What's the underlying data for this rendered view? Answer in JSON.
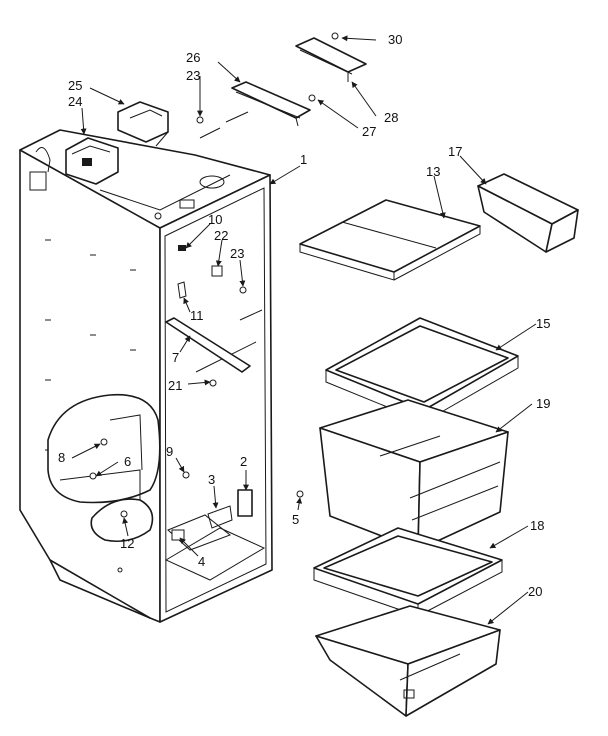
{
  "callouts": {
    "c1": "1",
    "c2": "2",
    "c3": "3",
    "c4": "4",
    "c5": "5",
    "c6": "6",
    "c7": "7",
    "c8": "8",
    "c9": "9",
    "c10": "10",
    "c11": "11",
    "c12": "12",
    "c13": "13",
    "c15": "15",
    "c17": "17",
    "c18": "18",
    "c19": "19",
    "c20": "20",
    "c21": "21",
    "c22": "22",
    "c23a": "23",
    "c23b": "23",
    "c24": "24",
    "c25": "25",
    "c26": "26",
    "c27": "27",
    "c28": "28",
    "c30": "30"
  }
}
